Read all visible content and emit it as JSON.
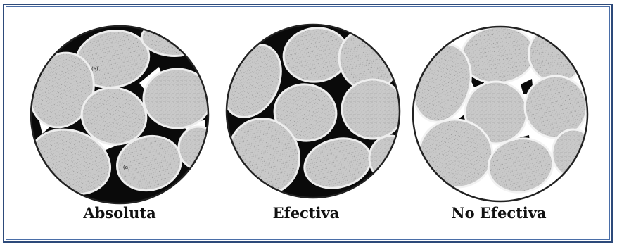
{
  "figure": {
    "panels": [
      {
        "id": "absoluta",
        "caption": "Absoluta"
      },
      {
        "id": "efectiva",
        "caption": "Efectiva"
      },
      {
        "id": "no-efectiva",
        "caption": "No Efectiva"
      }
    ],
    "pore_labels": {
      "upper": "(a)",
      "lower": "(a)"
    }
  },
  "colors": {
    "frame_outer": "#2d4a7a",
    "frame_inner": "#4a6ea8",
    "grain_fill": "#c8c8c8",
    "pore_fill": "#0a0a0a",
    "background": "#ffffff"
  }
}
